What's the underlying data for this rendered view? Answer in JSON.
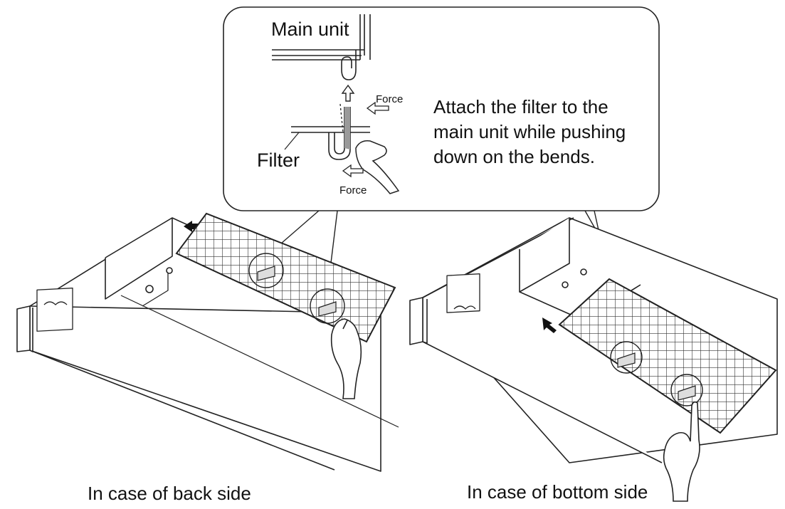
{
  "callout": {
    "main_unit_label": "Main unit",
    "filter_label": "Filter",
    "force_label_upper": "Force",
    "force_label_lower": "Force",
    "instruction": "Attach the filter to the main unit while pushing down on the bends."
  },
  "captions": {
    "back_side": "In case of back side",
    "bottom_side": "In case of bottom side"
  },
  "colors": {
    "line": "#222222",
    "fill": "#ffffff",
    "shade": "#9a9a9a"
  }
}
